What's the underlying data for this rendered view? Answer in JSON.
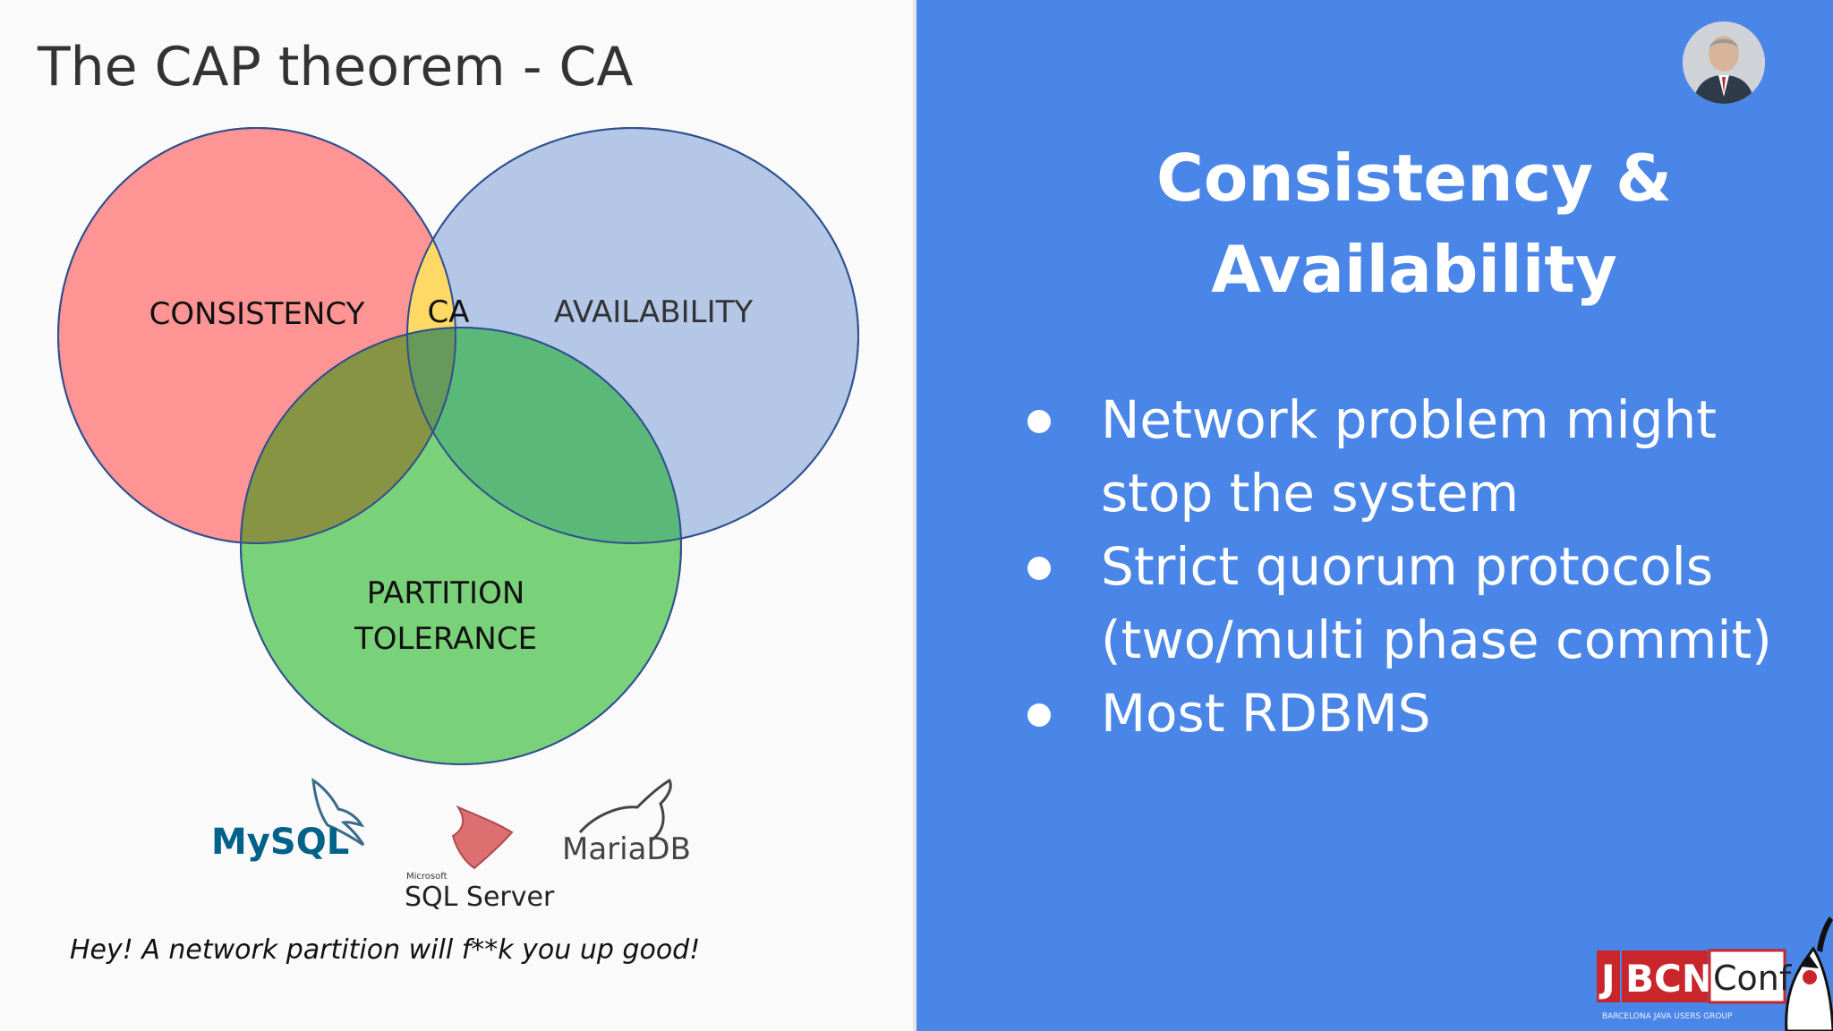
{
  "slide": {
    "title": "The CAP theorem - CA",
    "caption": "Hey! A network partition will f**k you up good!"
  },
  "diagram": {
    "circles": {
      "consistency": {
        "label": "CONSISTENCY",
        "color": "#ff9494"
      },
      "availability": {
        "label": "AVAILABILITY",
        "color": "#b4c7e7"
      },
      "partition_tolerance": {
        "label_line1": "PARTITION",
        "label_line2": "TOLERANCE",
        "color": "#79d279"
      }
    },
    "intersection": {
      "label": "CA",
      "color": "#ffd966"
    }
  },
  "logos": {
    "mysql": "MySQL",
    "sqlserver_small": "Microsoft",
    "sqlserver": "SQL Server",
    "mariadb": "MariaDB"
  },
  "panel": {
    "background": "#4a86e8",
    "heading_line1": "Consistency &",
    "heading_line2": "Availability",
    "bullets": [
      {
        "line1": "Network problem might",
        "line2": "stop the system"
      },
      {
        "line1": "Strict quorum  protocols",
        "line2": "(two/multi phase commit)"
      },
      {
        "line1": "Most RDBMS",
        "line2": ""
      }
    ]
  },
  "branding": {
    "logo_j": "J",
    "logo_bcn": "BCN",
    "logo_conf": "Conf",
    "logo_sub": "BARCELONA JAVA USERS GROUP"
  }
}
